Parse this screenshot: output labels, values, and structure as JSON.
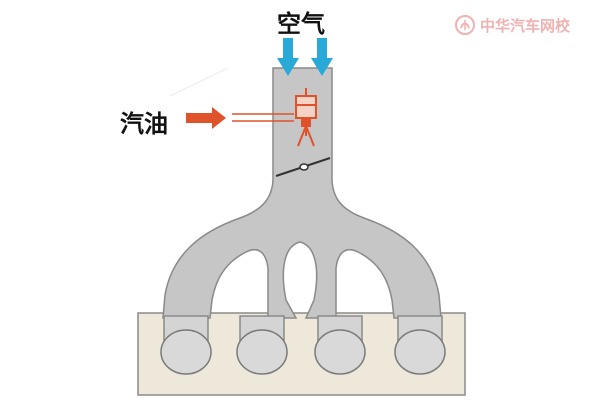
{
  "labels": {
    "air": "空气",
    "fuel": "汽油"
  },
  "watermark": {
    "text": "中华汽车网校"
  },
  "colors": {
    "manifold": "#c6c6c6",
    "manifold_outline": "#8a8a8a",
    "air_arrow": "#29a9d8",
    "fuel_arrow": "#e0522a",
    "injector": "#e0522a",
    "engine_block": "#ede8da",
    "watermark": "#e57373"
  },
  "icons": {
    "watermark_logo": "circle-logo-icon",
    "injector": "fuel-injector-icon",
    "throttle": "throttle-valve-icon"
  }
}
